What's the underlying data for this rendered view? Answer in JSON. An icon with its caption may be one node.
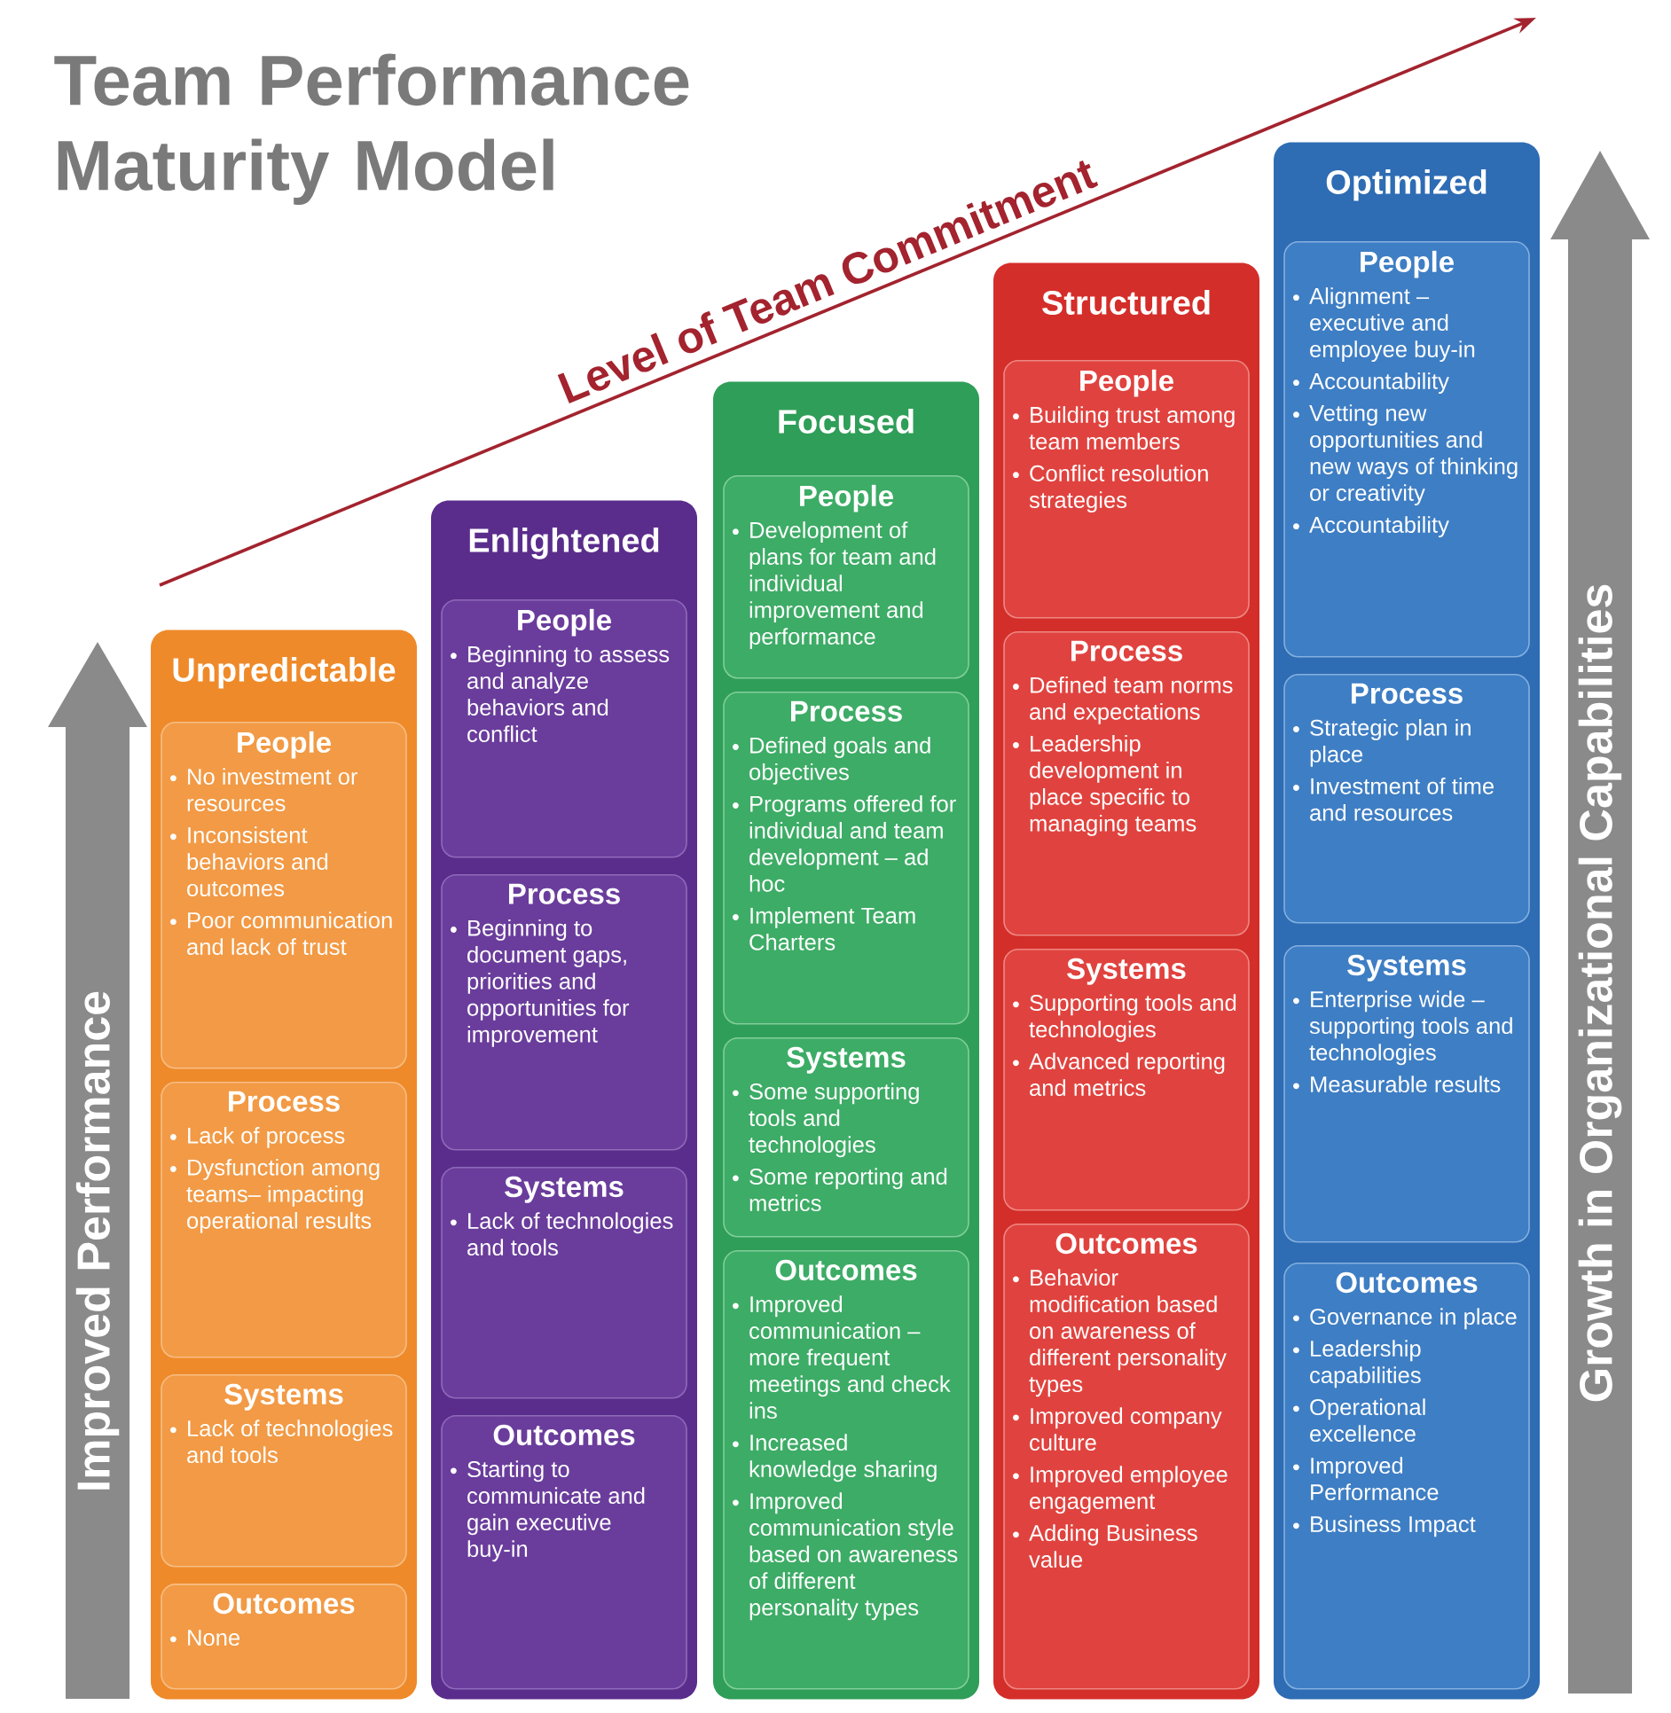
{
  "diagram": {
    "title": "Team Performance Maturity Model",
    "nodes": [
      {
        "text": [
          "Unpredictable"
        ]
      },
      {
        "text": [
          "People",
          "No investment or resources",
          "Inconsistent behaviors and outcomes",
          "Poor communication and lack of trust"
        ],
        "in": 0
      },
      {
        "text": [
          "Process",
          "Lack of process",
          "Dysfunction among teams– impacting operational results"
        ],
        "in": 0
      },
      {
        "text": [
          "Systems",
          "Lack of technologies and tools"
        ],
        "in": 0
      },
      {
        "text": [
          "Outcomes",
          "None"
        ],
        "in": 0
      },
      {
        "text": [
          "Enlightened"
        ]
      },
      {
        "text": [
          "People",
          "Beginning to assess and analyze behaviors and conflict"
        ],
        "in": 5
      },
      {
        "text": [
          "Process",
          "Beginning to document gaps, priorities and opportunities for improvement"
        ],
        "in": 5
      },
      {
        "text": [
          "Systems",
          "Lack of technologies and tools"
        ],
        "in": 5
      },
      {
        "text": [
          "Outcomes",
          "Starting to communicate and gain executive buy-in"
        ],
        "in": 5
      },
      {
        "text": [
          "Focused"
        ]
      },
      {
        "text": [
          "People",
          "Development of plans for team and individual improvement and performance"
        ],
        "in": 10
      },
      {
        "text": [
          "Process",
          "Defined goals and objectives",
          "Programs offered for individual and team development – ad hoc",
          "Implement Team Charters"
        ],
        "in": 10
      },
      {
        "text": [
          "Systems",
          "Some supporting tools and technologies",
          "Some reporting and metrics"
        ],
        "in": 10
      },
      {
        "text": [
          "Outcomes",
          "Improved communication – more frequent meetings and check ins",
          "Increased knowledge sharing",
          "Improved communication style based on awareness of different personality types"
        ],
        "in": 10
      },
      {
        "text": [
          "Structured"
        ]
      },
      {
        "text": [
          "People",
          "Building trust among team members",
          "Conflict resolution strategies"
        ],
        "in": 15
      },
      {
        "text": [
          "Process",
          "Defined team norms and expectations",
          "Leadership development in place specific to managing teams"
        ],
        "in": 15
      },
      {
        "text": [
          "Systems",
          "Supporting tools and technologies",
          "Advanced reporting and metrics"
        ],
        "in": 15
      },
      {
        "text": [
          "Outcomes",
          "Behavior modification based on awareness of different personality types",
          "Improved company culture",
          "Improved employee engagement",
          "Adding Business value"
        ],
        "in": 15
      },
      {
        "text": [
          "Optimized"
        ]
      },
      {
        "text": [
          "People",
          "Alignment – executive and employee buy-in",
          "Accountability",
          "Vetting new opportunities and new ways of thinking or creativity",
          "Accountability"
        ],
        "in": 20
      },
      {
        "text": [
          "Process",
          "Strategic plan in place",
          "Investment of time and resources"
        ],
        "in": 20
      },
      {
        "text": [
          "Systems",
          "Enterprise wide – supporting tools and technologies",
          "Measurable results"
        ],
        "in": 20
      },
      {
        "text": [
          "Outcomes",
          "Governance in place",
          "Leadership capabilities",
          "Operational excellence",
          "Improved Performance",
          "Business Impact"
        ],
        "in": 20
      }
    ],
    "labels": [
      "Level of Team Commitment",
      "Improved Performance",
      "Growth in Organizational Capabilities"
    ]
  }
}
